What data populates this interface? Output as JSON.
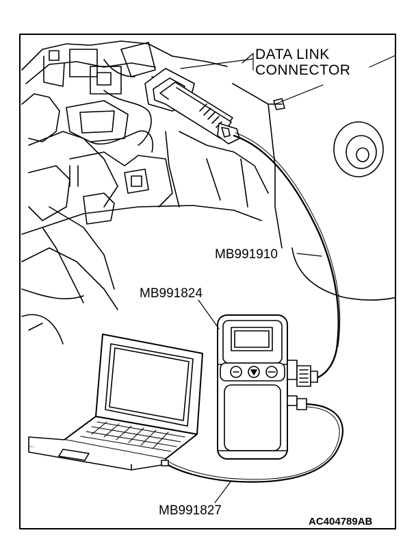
{
  "labels": {
    "data_link_connector_line1": "DATA LINK",
    "data_link_connector_line2": "CONNECTOR",
    "cable_mb991910": "MB991910",
    "vci_mb991824": "MB991824",
    "usb_cable_mb991827": "MB991827",
    "figure_code": "AC404789AB"
  },
  "colors": {
    "line": "#000000",
    "background": "#ffffff"
  }
}
